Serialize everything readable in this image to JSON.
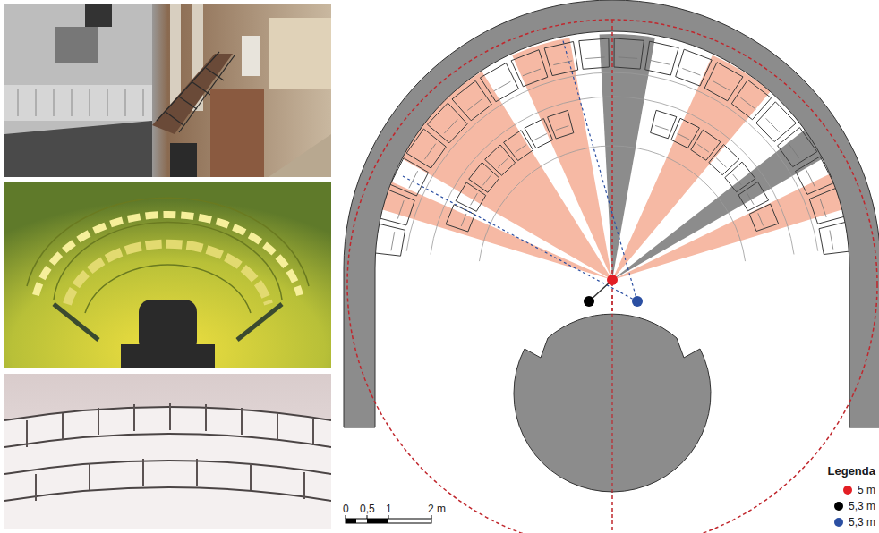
{
  "diagram": {
    "labels": [
      "Legenda",
      "0",
      "0,5",
      "1",
      "2 m"
    ],
    "legend": [
      {
        "text": "5 m",
        "color": "#e31e24"
      },
      {
        "text": "5,3 m",
        "color": "#000000"
      },
      {
        "text": "5,3 m",
        "color": "#2b4fa2"
      }
    ]
  }
}
